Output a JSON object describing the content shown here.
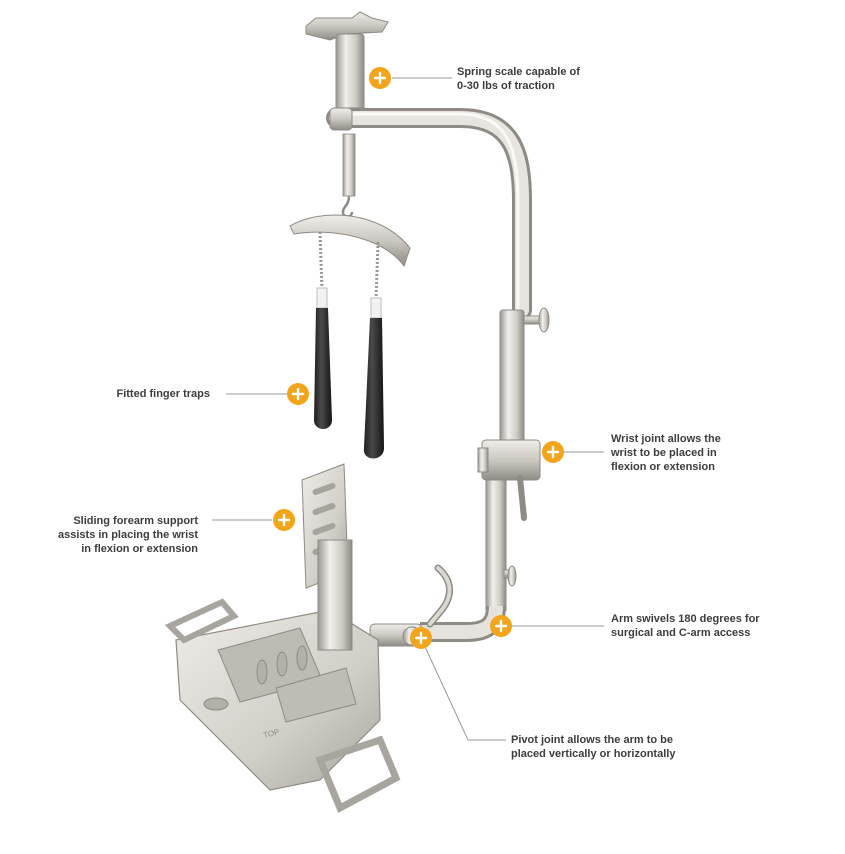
{
  "colors": {
    "hotspot": "#f2a51a",
    "leader_line": "#9a9a9a",
    "text": "#3d3d3d",
    "metal_light": "#e4e1dc",
    "metal_mid": "#c9c5bf",
    "metal_dark": "#8e8a84",
    "grip": "#2a2a2a"
  },
  "callouts": [
    {
      "id": "spring-scale",
      "text": "Spring scale capable of\n0-30 lbs of traction",
      "icon": "plus-icon"
    },
    {
      "id": "finger-traps",
      "text": "Fitted finger traps",
      "icon": "plus-icon"
    },
    {
      "id": "wrist-joint",
      "text": "Wrist joint allows the\nwrist to be placed in\nflexion or extension",
      "icon": "plus-icon"
    },
    {
      "id": "forearm-support",
      "text": "Sliding forearm support\nassists in placing the wrist\nin flexion or extension",
      "icon": "plus-icon"
    },
    {
      "id": "arm-swivel",
      "text": "Arm swivels 180 degrees for\nsurgical and C-arm access",
      "icon": "plus-icon"
    },
    {
      "id": "pivot-joint",
      "text": "Pivot joint allows the arm to be\nplaced vertically or horizontally",
      "icon": "plus-icon"
    }
  ],
  "base_label": "TOP"
}
